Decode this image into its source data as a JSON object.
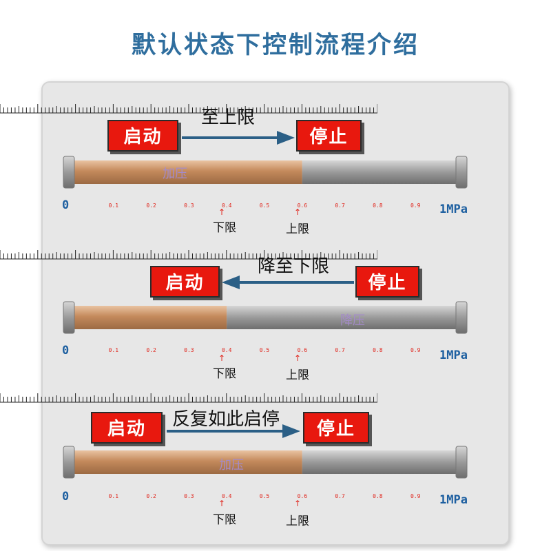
{
  "title": "默认状态下控制流程介绍",
  "scale": {
    "zero": "0",
    "max": "1MPa",
    "ticks": [
      "0.1",
      "0.2",
      "0.3",
      "0.4",
      "0.5",
      "0.6",
      "0.7",
      "0.8",
      "0.9"
    ],
    "lower_limit": 0.4,
    "upper_limit": 0.6
  },
  "sections": [
    {
      "start_label": "启动",
      "stop_label": "停止",
      "arrow_label": "至上限",
      "arrow_direction": "right",
      "tube_label": "加压",
      "fill_level": 0.6,
      "lower_label": "下限",
      "upper_label": "上限"
    },
    {
      "start_label": "启动",
      "stop_label": "停止",
      "arrow_label": "降至下限",
      "arrow_direction": "left",
      "tube_label": "降压",
      "fill_level": 0.4,
      "lower_label": "下限",
      "upper_label": "上限"
    },
    {
      "start_label": "启动",
      "stop_label": "停止",
      "arrow_label": "反复如此启停",
      "arrow_direction": "right",
      "tube_label": "加压",
      "fill_level": 0.6,
      "lower_label": "下限",
      "upper_label": "上限"
    }
  ],
  "colors": {
    "title": "#2f6e9e",
    "button": "#e8180e",
    "arrow": "#2b5f86",
    "copper": "#c48a5c",
    "steel": "#9a9a9a",
    "tick_label": "#e0241b",
    "scale_end": "#1d5fa0"
  }
}
